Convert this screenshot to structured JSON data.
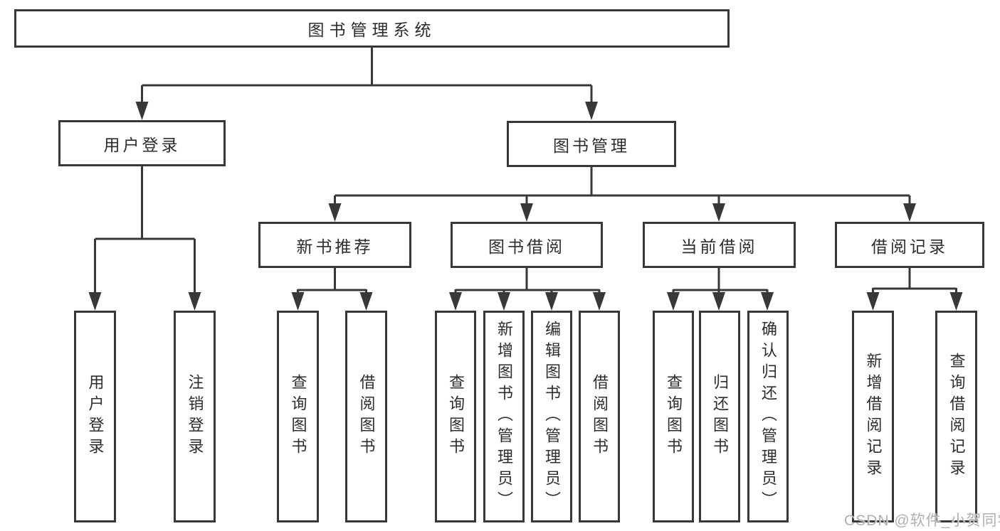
{
  "tree": {
    "label": "图书管理系统",
    "children": [
      {
        "label": "用户登录",
        "children": [
          {
            "label": "用户登录"
          },
          {
            "label": "注销登录"
          }
        ]
      },
      {
        "label": "图书管理",
        "children": [
          {
            "label": "新书推荐",
            "children": [
              {
                "label": "查询图书"
              },
              {
                "label": "借阅图书"
              }
            ]
          },
          {
            "label": "图书借阅",
            "children": [
              {
                "label": "查询图书"
              },
              {
                "label": "新增图书（管理员）"
              },
              {
                "label": "编辑图书（管理员）"
              },
              {
                "label": "借阅图书"
              }
            ]
          },
          {
            "label": "当前借阅",
            "children": [
              {
                "label": "查询图书"
              },
              {
                "label": "归还图书"
              },
              {
                "label": "确认归还（管理员）"
              }
            ]
          },
          {
            "label": "借阅记录",
            "children": [
              {
                "label": "新增借阅记录"
              },
              {
                "label": "查询借阅记录"
              }
            ]
          }
        ]
      }
    ]
  },
  "watermark": {
    "text": "CSDN @软件_小贺同学"
  },
  "colors": {
    "line": "#383838",
    "text": "#2d2d2d",
    "box_background": "#ffffff",
    "watermark": "#b0b0b0"
  }
}
